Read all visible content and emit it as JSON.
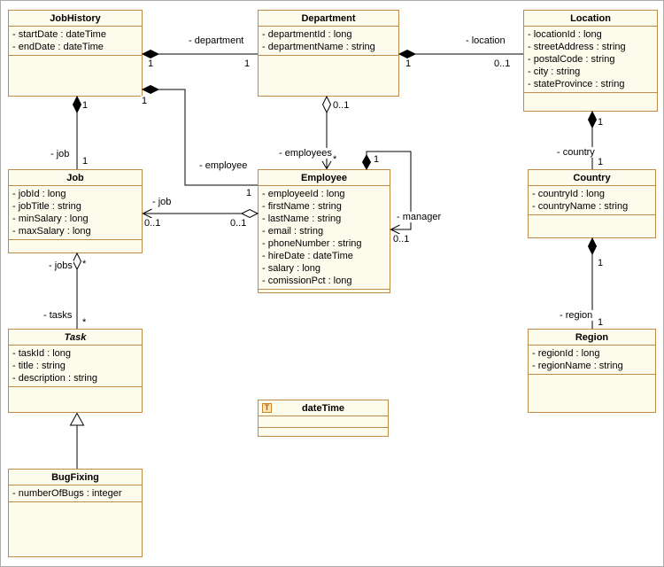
{
  "colors": {
    "background": "#FFFFFF",
    "canvas_border": "#ABABAB",
    "box_fill": "#FDFBEC",
    "box_border": "#BE8C48",
    "connector": "#000000",
    "type_icon_fill": "#FBE3B3",
    "type_icon_border": "#C8882C",
    "type_icon_text": "#B55E08"
  },
  "classes": {
    "jobhistory": {
      "name": "JobHistory",
      "attributes": [
        "- startDate : dateTime",
        "- endDate : dateTime"
      ]
    },
    "department": {
      "name": "Department",
      "attributes": [
        "- departmentId : long",
        "- departmentName : string"
      ]
    },
    "location": {
      "name": "Location",
      "attributes": [
        "- locationId : long",
        "- streetAddress : string",
        "- postalCode : string",
        "- city : string",
        "- stateProvince : string"
      ]
    },
    "job": {
      "name": "Job",
      "attributes": [
        "- jobId : long",
        "- jobTitle : string",
        "- minSalary : long",
        "- maxSalary : long"
      ]
    },
    "employee": {
      "name": "Employee",
      "attributes": [
        "- employeeId : long",
        "- firstName : string",
        "- lastName : string",
        "- email : string",
        "- phoneNumber : string",
        "- hireDate : dateTime",
        "- salary : long",
        "- comissionPct : long"
      ]
    },
    "country": {
      "name": "Country",
      "attributes": [
        "- countryId : long",
        "- countryName : string"
      ]
    },
    "task": {
      "name": "Task",
      "attributes": [
        "- taskId : long",
        "- title : string",
        "- description : string"
      ]
    },
    "region": {
      "name": "Region",
      "attributes": [
        "- regionId : long",
        "- regionName : string"
      ]
    },
    "bugfixing": {
      "name": "BugFixing",
      "attributes": [
        "- numberOfBugs : integer"
      ]
    },
    "datetime": {
      "name": "dateTime",
      "icon_letter": "T"
    }
  },
  "relations": {
    "jobhistory_department": {
      "role": "- department",
      "mult_jobhistory": "1",
      "mult_department": "1"
    },
    "department_location": {
      "role": "- location",
      "mult_department": "1",
      "mult_location": "0..1"
    },
    "jobhistory_job": {
      "role": "- job",
      "mult_jobhistory": "1",
      "mult_job": "1"
    },
    "jobhistory_employee": {
      "role": "- employee",
      "mult_jobhistory": "1",
      "mult_employee": "1"
    },
    "department_employees": {
      "role": "- employees",
      "mult_department": "0..1",
      "mult_employees": "*"
    },
    "employee_job": {
      "role": "- job",
      "mult_job": "0..1",
      "mult_employee": "0..1"
    },
    "employee_manager": {
      "role": "- manager",
      "mult_employee": "1",
      "mult_manager": "0..1"
    },
    "location_country": {
      "role": "- country",
      "mult_location": "1",
      "mult_country": "1"
    },
    "country_region": {
      "role": "- region",
      "mult_country": "1",
      "mult_region": "1"
    },
    "job_task": {
      "role_jobs": "- jobs",
      "mult_jobs": "*",
      "role_tasks": "- tasks",
      "mult_tasks": "*"
    }
  }
}
